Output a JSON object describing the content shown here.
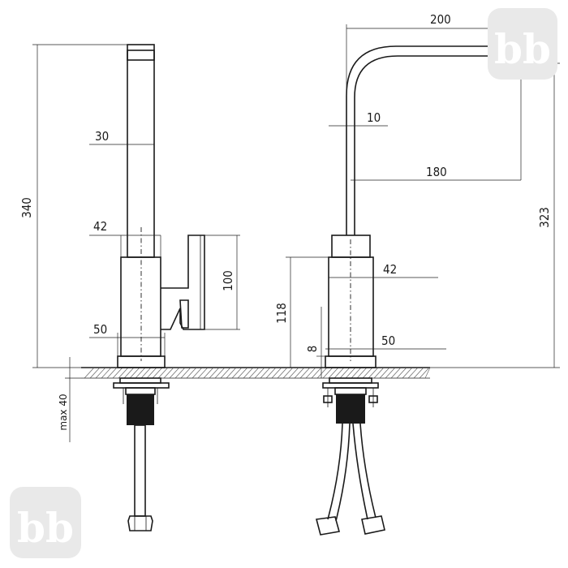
{
  "logo": {
    "text": "bb",
    "icon": "brand-logo"
  },
  "dimensions": {
    "side_view": {
      "total_height": "340",
      "spout_width": "30",
      "body_width": "42",
      "handle_height": "100",
      "base_width": "50",
      "max_mount": "max 40"
    },
    "front_view": {
      "spout_reach": "200",
      "tube_diameter": "10",
      "outlet_reach": "180",
      "outlet_height": "323",
      "body_height": "118",
      "body_width": "42",
      "base_thickness": "8",
      "base_width": "50"
    }
  }
}
